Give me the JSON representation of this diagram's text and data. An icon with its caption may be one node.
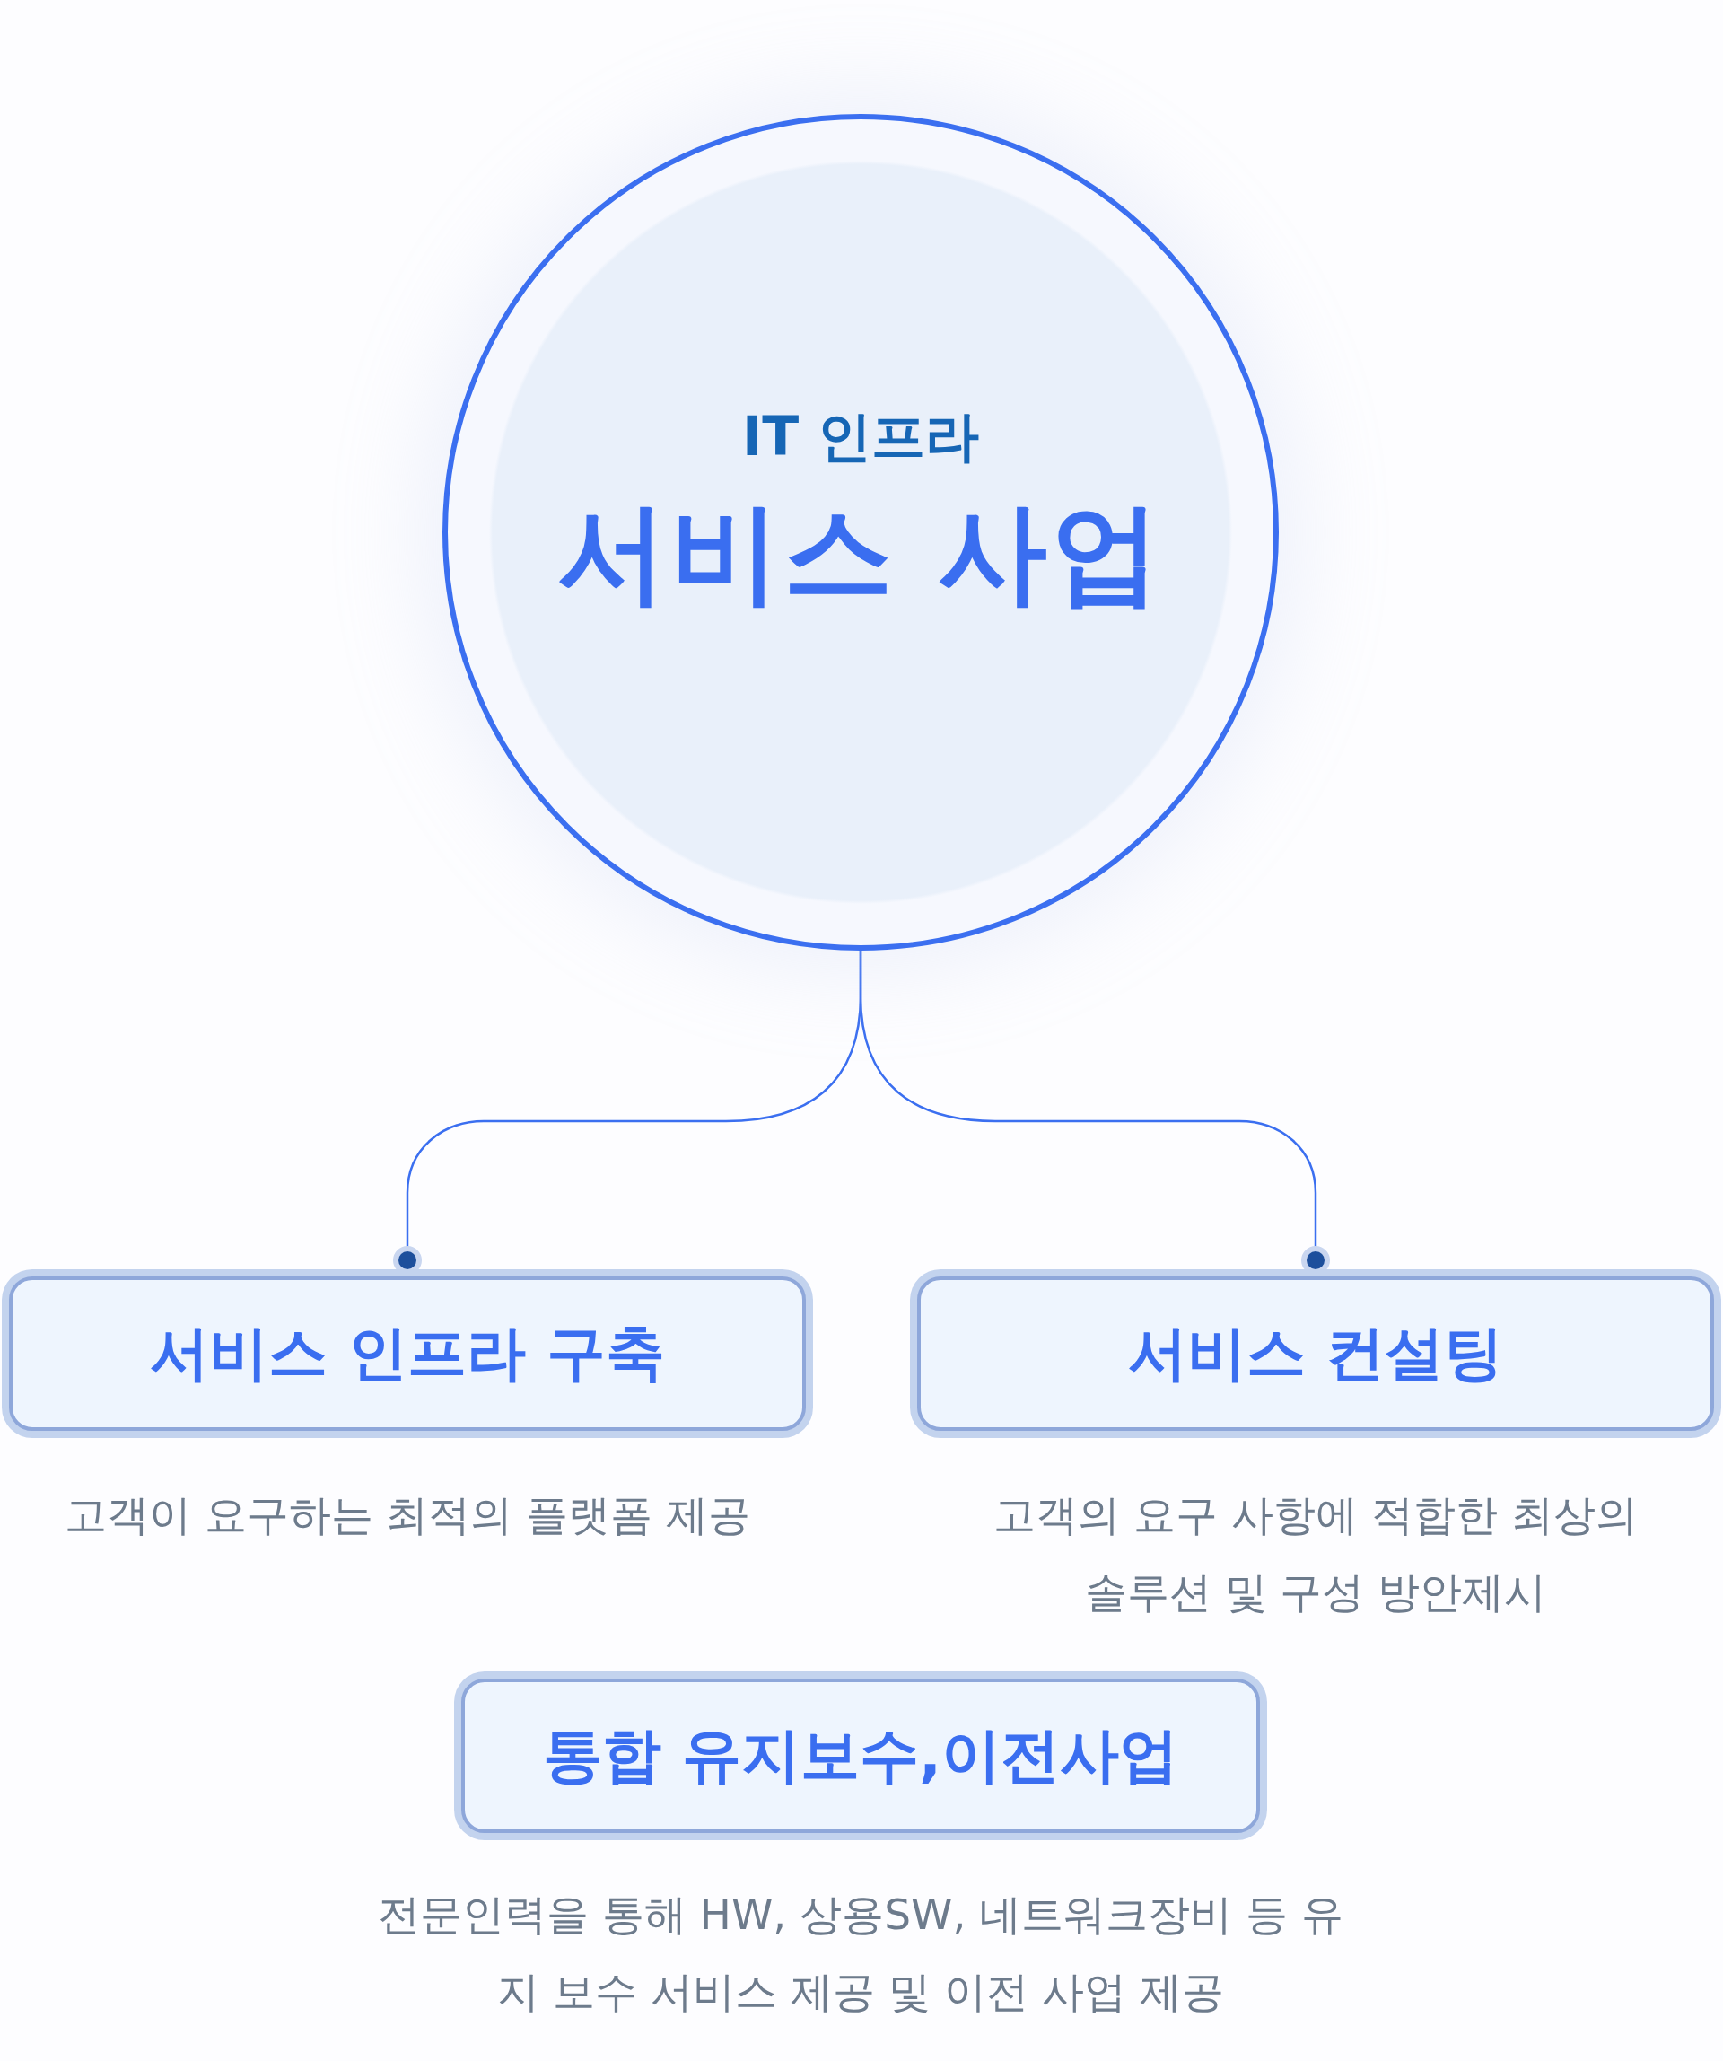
{
  "diagram": {
    "nodes": [
      {
        "text": [
          "IT 인프라",
          "서비스 사업"
        ]
      },
      {
        "text": [
          "서비스 인프라 구축"
        ],
        "beside": [
          "고객이 요구하는 최적의 플랫폼 제공"
        ]
      },
      {
        "text": [
          "서비스 컨설팅"
        ],
        "beside": [
          "고객의 요구 사항에 적합한 최상의 솔루션 및 구성 방안제시"
        ]
      },
      {
        "text": [
          "통합 유지보수,이전사업"
        ],
        "beside": [
          "전문인력을 통해 HW, 상용SW, 네트워크장비 등 유지 보수 서비스 제공 및 이전 사업 제공"
        ]
      }
    ],
    "edges": [
      {
        "from": 0,
        "to": 1,
        "arrow": "other"
      },
      {
        "from": 0,
        "to": 2,
        "arrow": "other"
      }
    ]
  }
}
